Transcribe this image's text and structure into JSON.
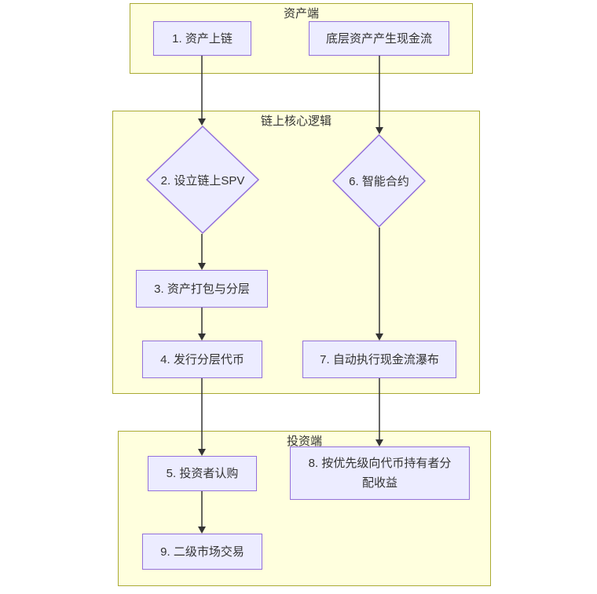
{
  "diagram_type": "flowchart",
  "colors": {
    "background": "#ffffff",
    "cluster_fill": "#ffffde",
    "cluster_border": "#aaaa33",
    "node_fill": "#ECECFF",
    "node_border": "#9370DB",
    "edge": "#333333",
    "text": "#333333"
  },
  "groups": {
    "asset": {
      "label": "资产端"
    },
    "core": {
      "label": "链上核心逻辑"
    },
    "invest": {
      "label": "投资端"
    }
  },
  "nodes": {
    "n1": {
      "label": "1. 资产上链",
      "shape": "rect",
      "group": "asset"
    },
    "cashflow": {
      "label": "底层资产产生现金流",
      "shape": "rect",
      "group": "asset"
    },
    "n2": {
      "label": "2. 设立链上SPV",
      "shape": "diamond",
      "group": "core"
    },
    "n6": {
      "label": "6. 智能合约",
      "shape": "diamond",
      "group": "core"
    },
    "n3": {
      "label": "3. 资产打包与分层",
      "shape": "rect",
      "group": "core"
    },
    "n4": {
      "label": "4. 发行分层代币",
      "shape": "rect",
      "group": "core"
    },
    "n7": {
      "label": "7. 自动执行现金流瀑布",
      "shape": "rect",
      "group": "core"
    },
    "n5": {
      "label": "5. 投资者认购",
      "shape": "rect",
      "group": "invest"
    },
    "n8": {
      "label": "8. 按优先级向代币持有者分配收益",
      "shape": "rect",
      "group": "invest"
    },
    "n9": {
      "label": "9. 二级市场交易",
      "shape": "rect",
      "group": "invest"
    }
  },
  "edges": [
    {
      "from": "1. 资产上链",
      "to": "2. 设立链上SPV"
    },
    {
      "from": "底层资产产生现金流",
      "to": "6. 智能合约"
    },
    {
      "from": "2. 设立链上SPV",
      "to": "3. 资产打包与分层"
    },
    {
      "from": "3. 资产打包与分层",
      "to": "4. 发行分层代币"
    },
    {
      "from": "6. 智能合约",
      "to": "7. 自动执行现金流瀑布"
    },
    {
      "from": "4. 发行分层代币",
      "to": "5. 投资者认购"
    },
    {
      "from": "7. 自动执行现金流瀑布",
      "to": "8. 按优先级向代币持有者分配收益"
    },
    {
      "from": "5. 投资者认购",
      "to": "9. 二级市场交易"
    }
  ]
}
